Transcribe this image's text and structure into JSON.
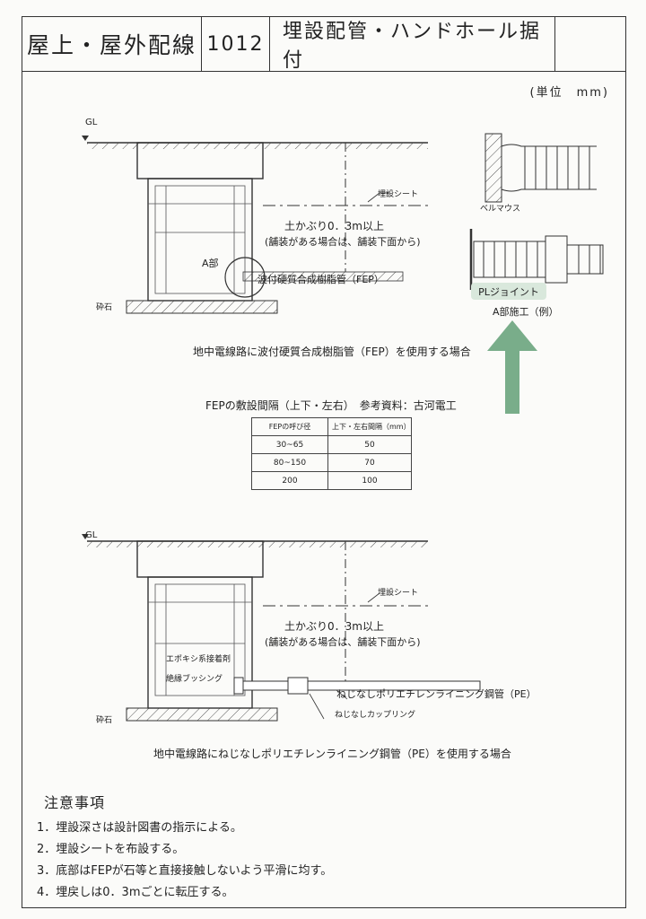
{
  "title": {
    "category": "屋上・屋外配線",
    "number": "1012",
    "subject": "埋設配管・ハンドホール据付",
    "blank": ""
  },
  "unit_note": "(単位　mm)",
  "figure1": {
    "gl_label": "GL",
    "sheet_label": "埋設シート",
    "cover_line1": "土かぶり0．3m以上",
    "cover_line2": "(舗装がある場合は、舗装下面から)",
    "detail_label": "A部",
    "pipe_label": "波付硬質合成樹脂管（FEP）",
    "gravel_label": "砕石",
    "caption": "地中電線路に波付硬質合成樹脂管（FEP）を使用する場合"
  },
  "detail": {
    "bellmouth_label": "ベルマウス",
    "pl_joint_label": "PLジョイント",
    "caption": "A部施工（例）"
  },
  "fep_table": {
    "heading": "FEPの敷設間隔（上下・左右）　参考資料：古河電工",
    "headers": [
      "FEPの呼び径",
      "上下・左右間隔（mm）"
    ],
    "rows": [
      [
        "30~65",
        "50"
      ],
      [
        "80~150",
        "70"
      ],
      [
        "200",
        "100"
      ]
    ]
  },
  "figure2": {
    "gl_label": "GL",
    "sheet_label": "埋設シート",
    "cover_line1": "土かぶり0．3m以上",
    "cover_line2": "(舗装がある場合は、舗装下面から)",
    "epoxy_label": "エポキシ系接着剤",
    "bushing_label": "絶縁ブッシング",
    "pipe_label": "ねじなしポリエチレンライニング鋼管（PE）",
    "coupling_label": "ねじなしカップリング",
    "gravel_label": "砕石",
    "caption": "地中電線路にねじなしポリエチレンライニング鋼管（PE）を使用する場合"
  },
  "notes": {
    "title": "注意事項",
    "items": [
      "1．埋設深さは設計図書の指示による。",
      "2．埋設シートを布設する。",
      "3．底部はFEPが石等と直接接触しないよう平滑に均す。",
      "4．埋戻しは0．3mごとに転圧する。"
    ]
  },
  "colors": {
    "arrow": "#79ad8a",
    "badge": "#d9e8dc",
    "line": "#333333"
  }
}
